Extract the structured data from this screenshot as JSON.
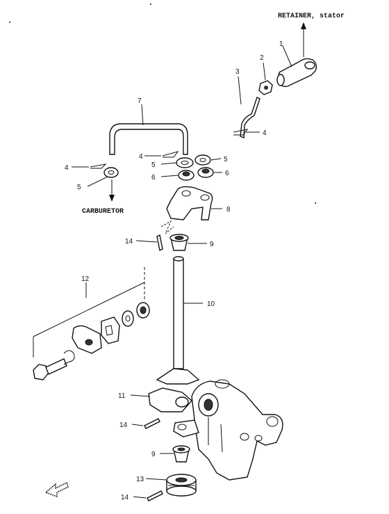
{
  "captions": {
    "retainer": "RETAINER, stator",
    "carburetor": "CARBURETOR"
  },
  "callouts": {
    "p1": "1",
    "p2": "2",
    "p3": "3",
    "p4a": "4",
    "p4b": "4",
    "p4c": "4",
    "p5a": "5",
    "p5b": "5",
    "p5c": "5",
    "p6a": "6",
    "p6b": "6",
    "p7": "7",
    "p8": "8",
    "p9a": "9",
    "p9b": "9",
    "p10": "10",
    "p11": "11",
    "p12": "12",
    "p13": "13",
    "p14a": "14",
    "p14b": "14",
    "p14c": "14"
  }
}
